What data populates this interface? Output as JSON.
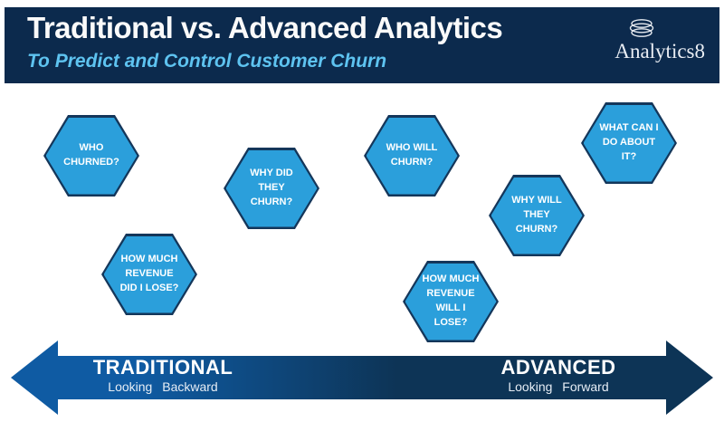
{
  "header": {
    "title": "Traditional vs. Advanced Analytics",
    "subtitle": "To Predict and Control Customer Churn",
    "logo_text": "Analytics8",
    "logo_icon": "yarn-sphere-icon"
  },
  "hexagons": [
    {
      "id": "who-churned",
      "label": "WHO\nCHURNED?"
    },
    {
      "id": "how-much-revenue-did-i-lose",
      "label": "HOW MUCH\nREVENUE\nDID I LOSE?"
    },
    {
      "id": "why-did-they-churn",
      "label": "WHY DID\nTHEY\nCHURN?"
    },
    {
      "id": "who-will-churn",
      "label": "WHO WILL\nCHURN?"
    },
    {
      "id": "how-much-revenue-will-i-lose",
      "label": "HOW MUCH\nREVENUE\nWILL I\nLOSE?"
    },
    {
      "id": "why-will-they-churn",
      "label": "WHY WILL\nTHEY\nCHURN?"
    },
    {
      "id": "what-can-i-do-about-it",
      "label": "WHAT CAN I\nDO ABOUT\nIT?"
    }
  ],
  "axis": {
    "left": {
      "title": "TRADITIONAL",
      "subtitle": "Looking  Backward"
    },
    "right": {
      "title": "ADVANCED",
      "subtitle": "Looking  Forward"
    }
  },
  "colors": {
    "header_bg": "#0C2A4D",
    "title_text": "#FAFAFA",
    "subtitle_text": "#5EC3F0",
    "hex_fill": "#2B9FDB",
    "hex_border": "#14365A",
    "hex_text": "#FFFFFF",
    "arrow_left": "#0F5BA3",
    "arrow_right": "#0D3456",
    "arrow_text": "#FFFFFF"
  }
}
